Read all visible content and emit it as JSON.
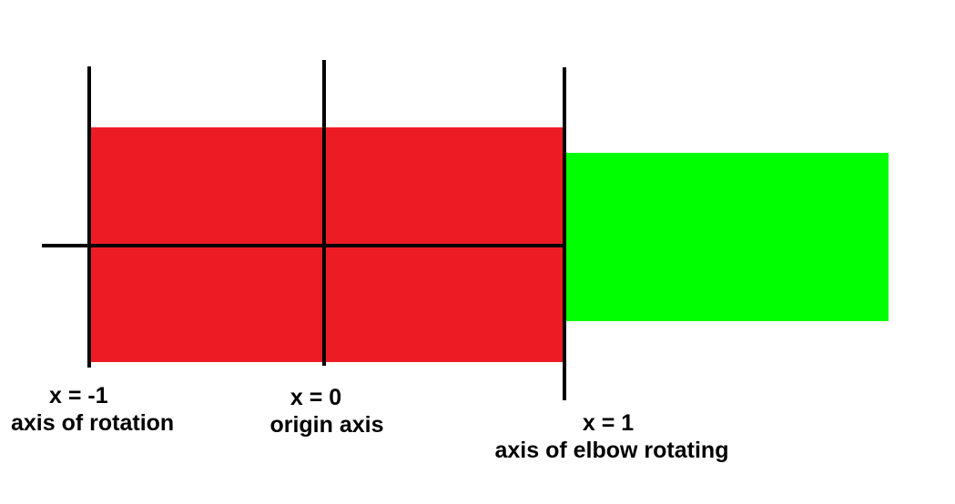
{
  "colors": {
    "background": "#ffffff",
    "inner_block": "#ed1c24",
    "outer_block": "#00ff00",
    "lines": "#000000"
  },
  "labels": {
    "left": {
      "value": "x = -1",
      "caption": "axis of rotation"
    },
    "middle": {
      "value": "x = 0",
      "caption": "origin axis"
    },
    "right": {
      "value": "x = 1",
      "caption": "axis of elbow rotating"
    }
  }
}
